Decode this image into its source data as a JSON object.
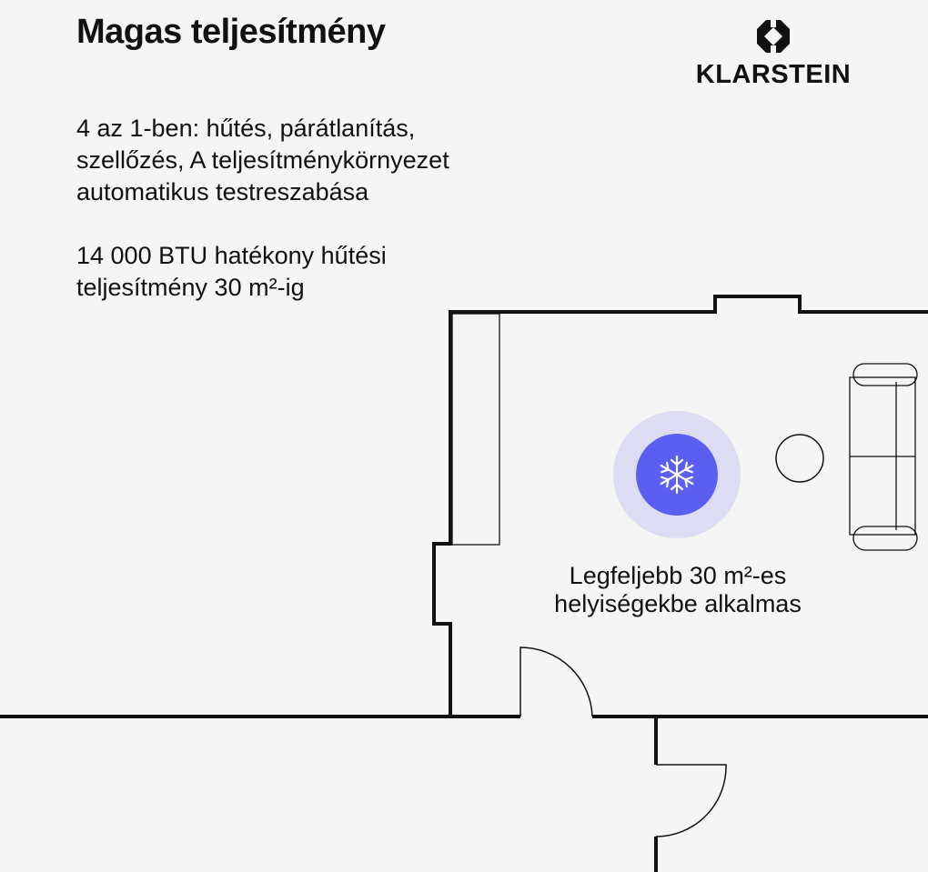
{
  "page": {
    "title": "Magas teljesítmény",
    "brand": "KLARSTEIN",
    "features": [
      "4 az 1-ben: hűtés, párátlanítás, szellőzés, A teljesítménykörnyezet automatikus testreszabása",
      "14 000 BTU hatékony hűtési teljesítmény 30 m²-ig"
    ],
    "room_caption": "Legfeljebb 30 m²-es helyiségekbe alkalmas"
  },
  "icons": {
    "brand_logo": "klarstein-logo-icon",
    "cooling": "snowflake-icon"
  },
  "colors": {
    "background": "#f5f5f5",
    "walls": "#111111",
    "cooling_disc": "#5b5ef0",
    "cooling_halo": "#dcdcf2"
  }
}
